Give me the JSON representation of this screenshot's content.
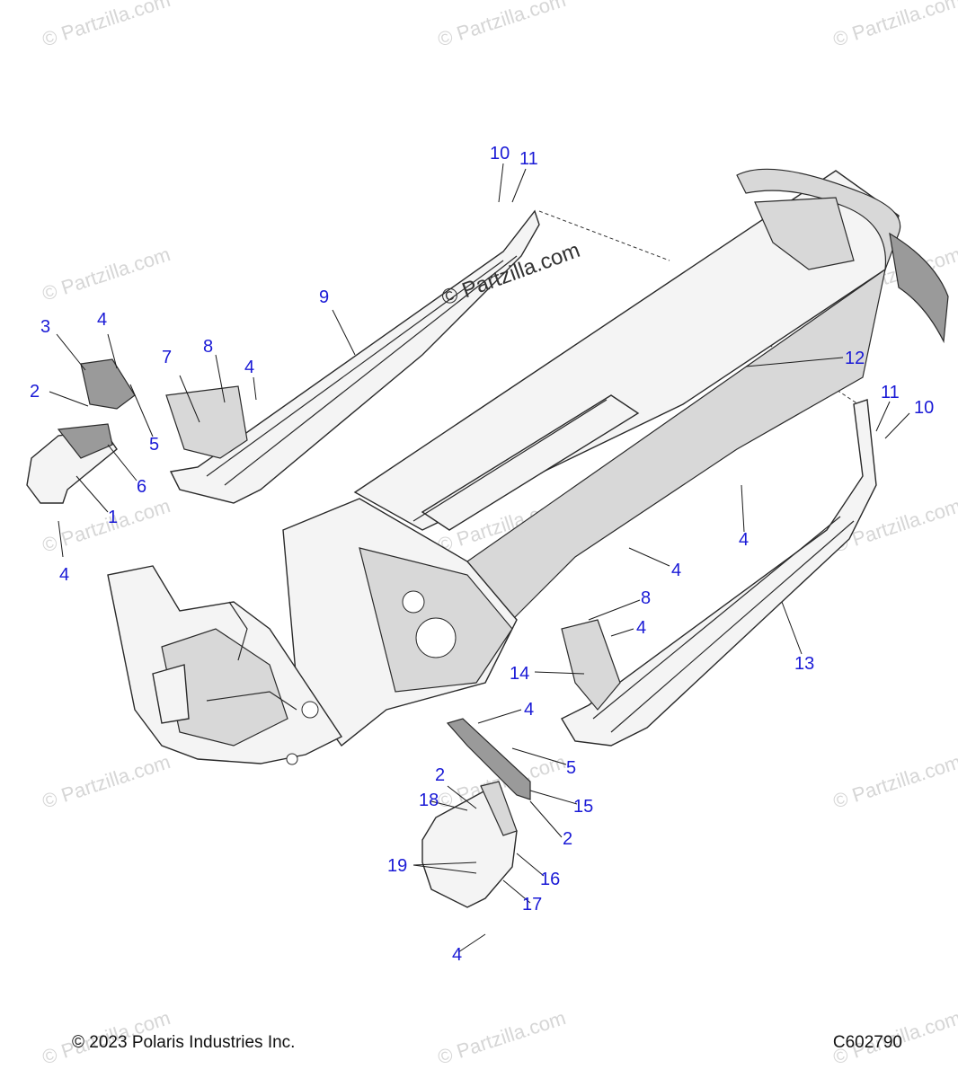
{
  "watermark": {
    "brand": "© Partzilla.com",
    "center": "© Partzilla.com"
  },
  "footer": {
    "copyright": "© 2023 Polaris Industries Inc.",
    "code": "C602790"
  },
  "callouts": {
    "c1": "1",
    "c2a": "2",
    "c2b": "2",
    "c2c": "2",
    "c3": "3",
    "c4a": "4",
    "c4b": "4",
    "c4c": "4",
    "c4d": "4",
    "c4e": "4",
    "c4f": "4",
    "c4g": "4",
    "c4h": "4",
    "c5a": "5",
    "c5b": "5",
    "c6": "6",
    "c7": "7",
    "c8a": "8",
    "c8b": "8",
    "c9": "9",
    "c10a": "10",
    "c10b": "10",
    "c11a": "11",
    "c11b": "11",
    "c12": "12",
    "c13": "13",
    "c14": "14",
    "c15": "15",
    "c16": "16",
    "c17": "17",
    "c18": "18",
    "c19": "19"
  }
}
